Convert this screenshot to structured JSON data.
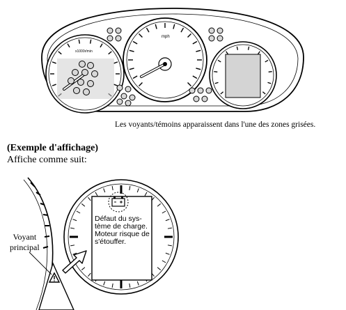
{
  "caption": "Les voyants/témoins apparaissent dans l'une des zones grisées.",
  "example": {
    "title": "(Exemple d'affichage)",
    "subtitle": "Affiche comme suit:"
  },
  "voyant_label": [
    "Voyant",
    "principal"
  ],
  "display_message": [
    "Défaut du sys-",
    "tème de charge.",
    "Moteur risque de",
    "s'étouffer."
  ],
  "gauges": {
    "center_unit": "mph",
    "left_label": "x1000r/min"
  },
  "icons": [
    "battery-icon",
    "warning-triangle-icon"
  ]
}
